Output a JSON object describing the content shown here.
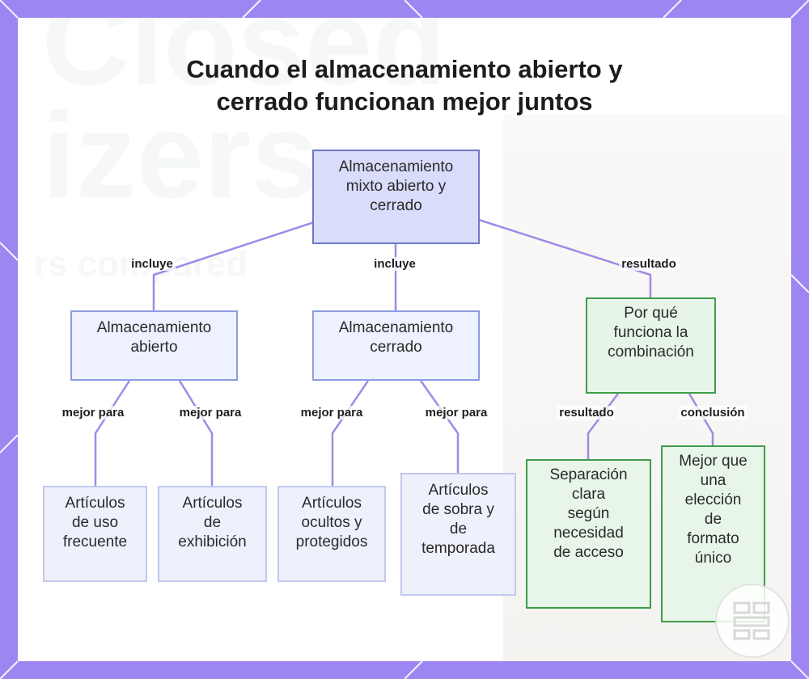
{
  "title": {
    "line1": "Cuando el almacenamiento abierto y",
    "line2": "cerrado funcionan mejor juntos"
  },
  "background": {
    "text_line1": "Closed",
    "text_line2": "izers",
    "text_line3": "rs compared"
  },
  "nodes": {
    "root": [
      "Almacenamiento",
      "mixto abierto y",
      "cerrado"
    ],
    "abierto": [
      "Almacenamiento",
      "abierto"
    ],
    "cerrado": [
      "Almacenamiento",
      "cerrado"
    ],
    "porque": [
      "Por qué",
      "funciona la",
      "combinación"
    ],
    "frecuente": [
      "Artículos",
      "de uso",
      "frecuente"
    ],
    "exhibicion": [
      "Artículos",
      "de",
      "exhibición"
    ],
    "ocultos": [
      "Artículos",
      "ocultos y",
      "protegidos"
    ],
    "temporada": [
      "Artículos",
      "de sobra y",
      "de",
      "temporada"
    ],
    "separacion": [
      "Separación",
      "clara",
      "según",
      "necesidad",
      "de acceso"
    ],
    "mejor": [
      "Mejor que",
      "una",
      "elección",
      "de",
      "formato",
      "único"
    ]
  },
  "edge_labels": {
    "incluye_1": "incluye",
    "incluye_2": "incluye",
    "resultado_1": "resultado",
    "mejor_para_1": "mejor para",
    "mejor_para_2": "mejor para",
    "mejor_para_3": "mejor para",
    "mejor_para_4": "mejor para",
    "resultado_2": "resultado",
    "conclusion": "conclusión"
  },
  "colors": {
    "frame": "#9d85f2",
    "edge": "#a08ae6",
    "root_fill": "#d9dcfb",
    "green_border": "#3f9c4a"
  },
  "icons": {
    "logo": "grid-logo-icon"
  }
}
